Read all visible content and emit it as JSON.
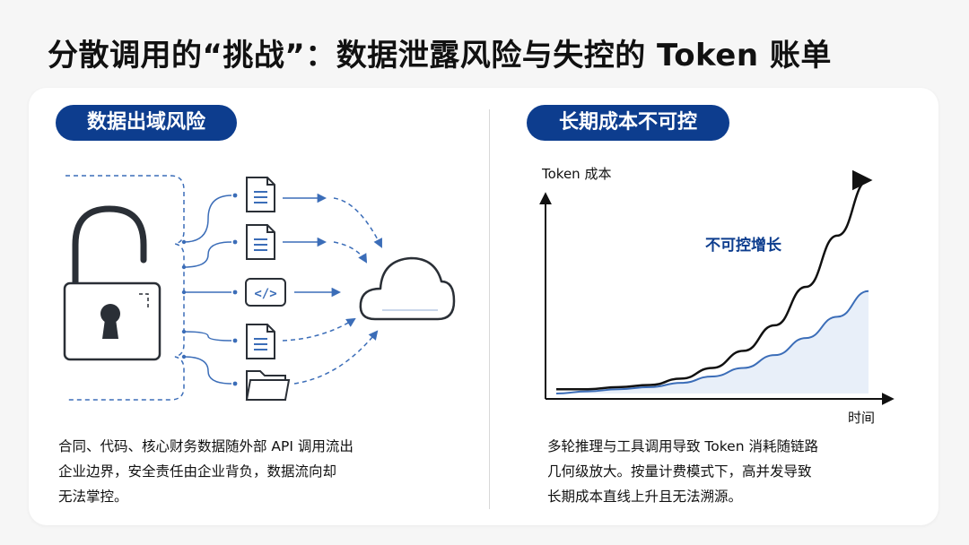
{
  "title": "分散调用的“挑战”：数据泄露风险与失控的 Token 账单",
  "left": {
    "heading": "数据出域风险",
    "icon_labels": {
      "code": "</>"
    },
    "description": [
      "合同、代码、核心财务数据随外部 API 调用流出",
      "企业边界，安全责任由企业背负，数据流向却",
      "无法掌控。"
    ]
  },
  "right": {
    "heading": "长期成本不可控",
    "description": [
      "多轮推理与工具调用导致 Token 消耗随链路",
      "几何级放大。按量计费模式下，高并发导致",
      "长期成本直线上升且无法溯源。"
    ]
  },
  "chart_data": {
    "type": "line",
    "title": "",
    "xlabel": "时间",
    "ylabel": "Token 成本",
    "annotation": "不可控增长",
    "x": [
      0,
      0.1,
      0.2,
      0.3,
      0.4,
      0.5,
      0.6,
      0.7,
      0.8,
      0.9,
      1.0
    ],
    "series": [
      {
        "name": "",
        "color": "#111111",
        "values": [
          0.02,
          0.02,
          0.03,
          0.04,
          0.07,
          0.12,
          0.2,
          0.32,
          0.5,
          0.74,
          1.0
        ],
        "arrow": true
      },
      {
        "name": "",
        "color": "#3b6db8",
        "fill": "#e8eff9",
        "values": [
          0.0,
          0.01,
          0.02,
          0.03,
          0.05,
          0.08,
          0.12,
          0.18,
          0.26,
          0.36,
          0.48
        ]
      }
    ],
    "xlim": [
      0,
      1
    ],
    "ylim": [
      0,
      1
    ],
    "grid": false
  },
  "colors": {
    "accent": "#0d3d8e",
    "flow": "#3b6db8",
    "chart_fill": "#e8eff9"
  }
}
